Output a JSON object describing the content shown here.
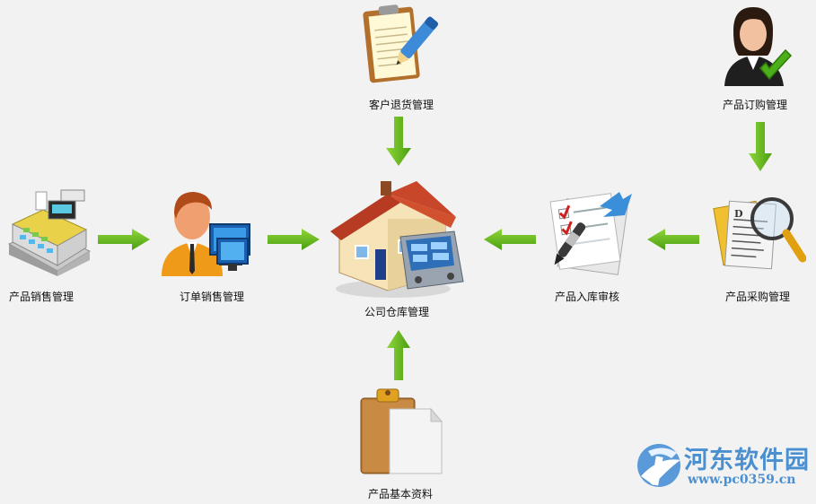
{
  "nodes": {
    "customer_return": "客户退货管理",
    "product_order": "产品订购管理",
    "product_sales": "产品销售管理",
    "order_sales": "订单销售管理",
    "warehouse": "公司仓库管理",
    "stock_in_review": "产品入库审核",
    "purchase": "产品采购管理",
    "product_basic": "产品基本资料"
  },
  "icons": {
    "customer_return": "clipboard-pen-icon",
    "product_order": "user-check-icon",
    "product_sales": "cash-register-icon",
    "order_sales": "person-computer-icon",
    "warehouse": "house-panel-icon",
    "stock_in_review": "checklist-icon",
    "purchase": "documents-magnifier-icon",
    "product_basic": "clipboard-icon"
  },
  "colors": {
    "arrow": "#6cbf1e",
    "watermark": "#4a8fcf"
  },
  "watermark": {
    "title": "河东软件园",
    "url": "www.pc0359.cn"
  }
}
